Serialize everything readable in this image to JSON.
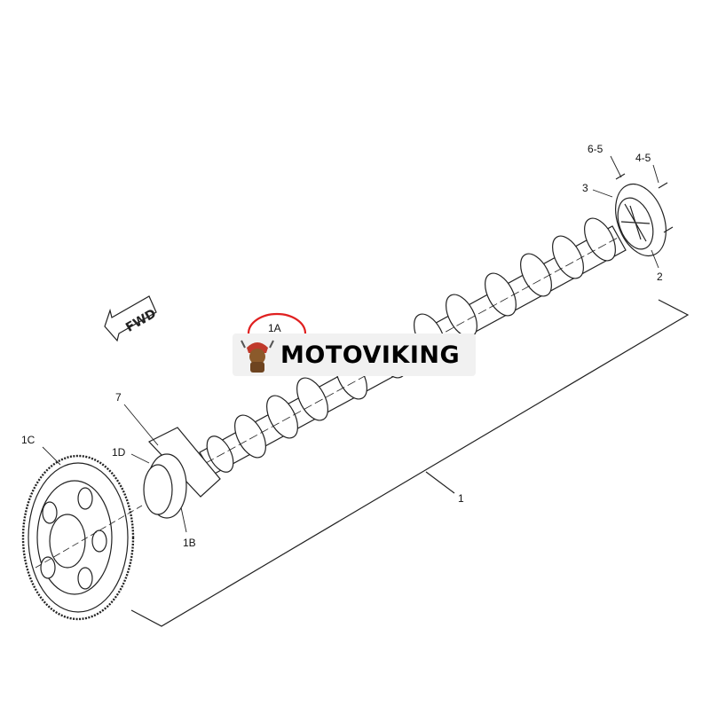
{
  "direction_arrow": {
    "text": "FWD"
  },
  "callouts": {
    "c_6_5": "6-5",
    "c_4_5": "4-5",
    "c_3": "3",
    "c_2": "2",
    "c_1A": "1A",
    "c_7": "7",
    "c_1C": "1C",
    "c_1D": "1D",
    "c_1B": "1B",
    "c_1": "1"
  },
  "watermark": {
    "brand": "MOTOVIKING"
  },
  "colors": {
    "line": "#222222",
    "highlight": "#e02020",
    "watermark_bg": "#f1f1f1"
  }
}
